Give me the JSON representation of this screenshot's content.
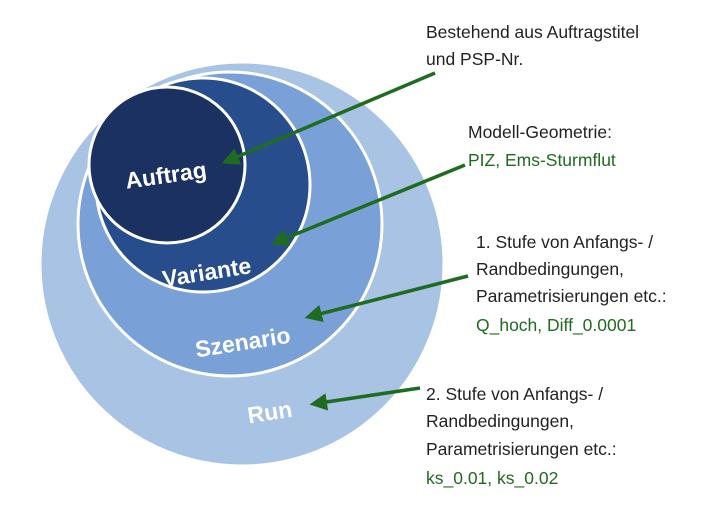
{
  "colors": {
    "run": "#a9c3e4",
    "scenario": "#7aa1d7",
    "variant": "#274d8c",
    "auftrag": "#1b3161",
    "ring_border": "#ffffff",
    "arrow": "#1f6b1f",
    "text": "#222222",
    "highlight_text": "#1f6b1f"
  },
  "rings": {
    "run": "Run",
    "scenario": "Szenario",
    "variant": "Variante",
    "auftrag": "Auftrag"
  },
  "annotations": {
    "auftrag": {
      "line1": "Bestehend aus Auftragstitel",
      "line2": "und PSP-Nr."
    },
    "variant": {
      "line1": "Modell-Geometrie:",
      "examples": "PIZ,  Ems-Sturmflut"
    },
    "scenario": {
      "line1": "1. Stufe von Anfangs-  /",
      "line2": "Randbedingungen,",
      "line3": "Parametrisierungen  etc.:",
      "examples": "Q_hoch,  Diff_0.0001"
    },
    "run": {
      "line1": "2. Stufe von Anfangs-  /",
      "line2": "Randbedingungen,",
      "line3": "Parametrisierungen  etc.:",
      "examples": "ks_0.01, ks_0.02"
    }
  }
}
